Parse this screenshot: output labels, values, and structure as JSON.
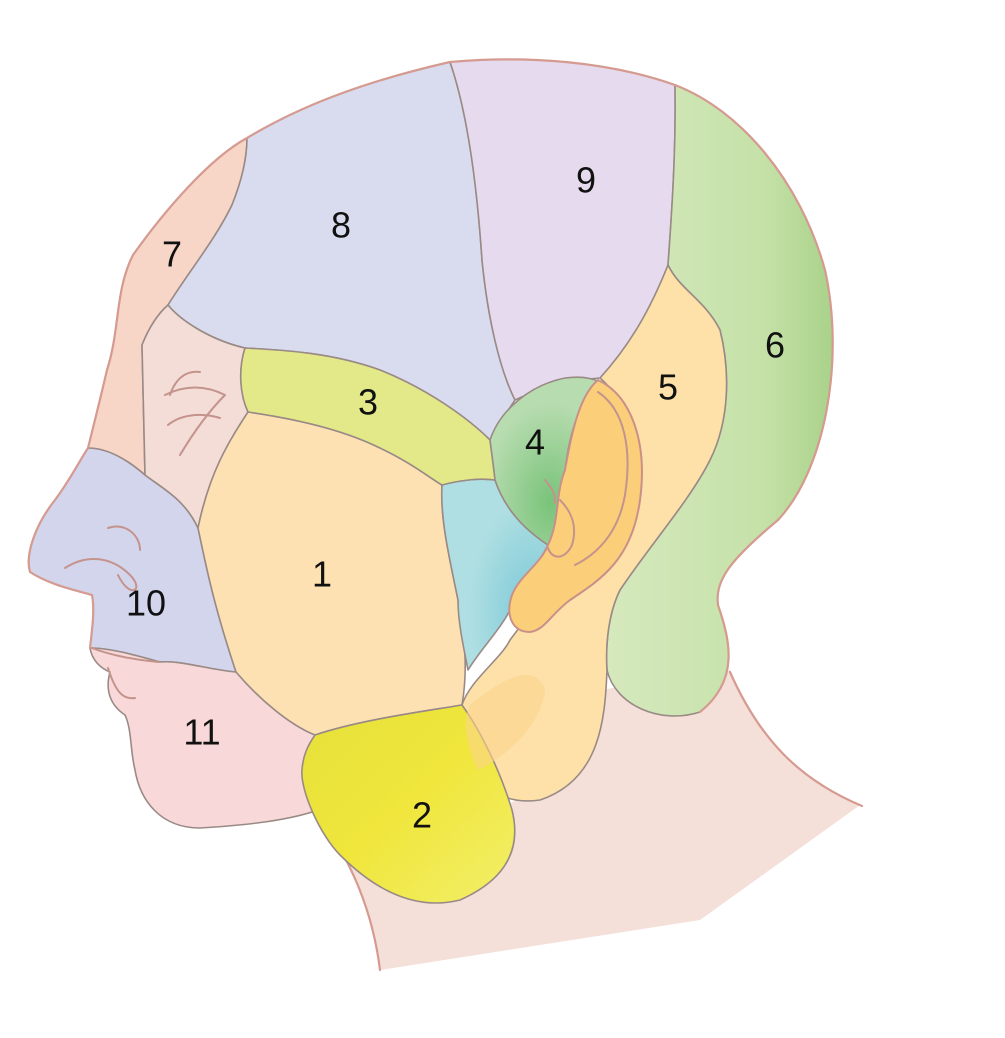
{
  "colors": {
    "skin": "#f3ddd6",
    "skin_outline": "#d59a90",
    "region_1": "#fde1b3",
    "region_2": "#f0e94a",
    "region_3": "#e3e989",
    "region_4": "#9fd09a",
    "region_5": "#fde1a8",
    "region_6": "#c9e3ad",
    "region_7": "#f7d6c8",
    "region_8": "#d9dcee",
    "region_9": "#e6dbee",
    "region_10": "#d3d5ec",
    "region_11": "#f8d8d8",
    "region_teal": "#aadde0",
    "ear": "#f7c97a"
  },
  "regions": [
    {
      "id": "1",
      "label": "1"
    },
    {
      "id": "2",
      "label": "2"
    },
    {
      "id": "3",
      "label": "3"
    },
    {
      "id": "4",
      "label": "4"
    },
    {
      "id": "5",
      "label": "5"
    },
    {
      "id": "6",
      "label": "6"
    },
    {
      "id": "7",
      "label": "7"
    },
    {
      "id": "8",
      "label": "8"
    },
    {
      "id": "9",
      "label": "9"
    },
    {
      "id": "10",
      "label": "10"
    },
    {
      "id": "11",
      "label": "11"
    }
  ]
}
